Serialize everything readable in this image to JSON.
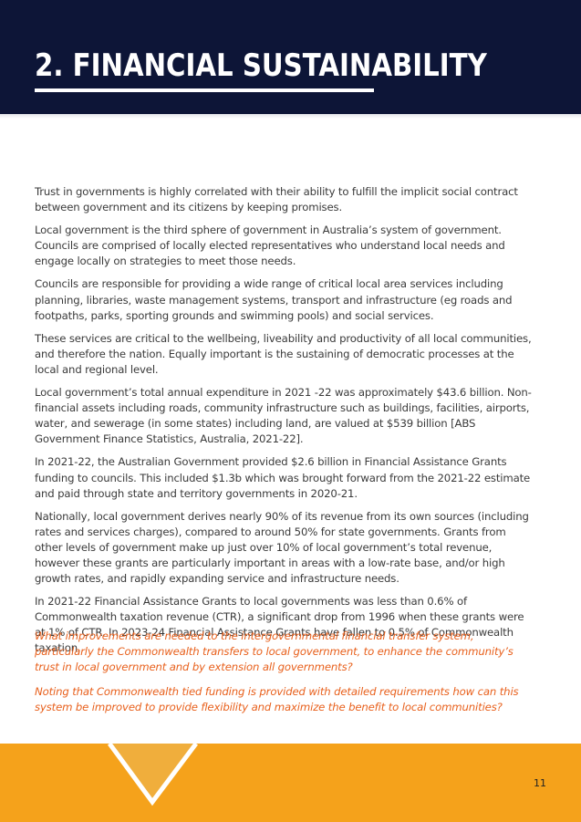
{
  "header": {
    "title": "2.  FINANCIAL SUSTAINABILITY"
  },
  "paragraphs": [
    "Trust in governments is highly correlated with their ability to fulfill the implicit social contract between government and its citizens by keeping promises.",
    "Local government is the third sphere of government in Australia’s system of government. Councils are comprised of locally elected representatives who understand local needs and engage locally on strategies to meet those needs.",
    "Councils are responsible for providing a wide range of critical local area services including planning, libraries, waste management systems, transport and infrastructure (eg roads and footpaths, parks, sporting grounds and swimming pools) and social services.",
    "These services are critical to the wellbeing, liveability and productivity of all local communities, and therefore the nation. Equally important is the sustaining of democratic processes at the local and regional level.",
    "Local government’s total annual expenditure in 2021 -22 was approximately $43.6 billion. Non-financial assets including roads, community infrastructure such as buildings, facilities, airports, water, and sewerage (in some states) including land, are valued at $539 billion [ABS Government Finance Statistics, Australia, 2021-22].",
    "In 2021-22, the Australian Government provided $2.6 billion in Financial Assistance Grants funding to councils. This included $1.3b which was brought forward from the 2021-22 estimate and paid through state and territory governments in 2020-21.",
    "Nationally, local government derives nearly 90% of its revenue from its own sources (including rates and services charges), compared to around 50% for state governments. Grants from other levels of government make up just over 10% of local government’s total revenue, however these grants are particularly important in areas with a low-rate base, and/or high growth rates, and rapidly expanding service and infrastructure needs.",
    "In 2021-22 Financial Assistance Grants to local governments was less than 0.6% of Commonwealth taxation revenue (CTR), a significant drop from 1996 when these grants were at 1% of CTR.  In 2023-24 Financial Assistance Grants have fallen to 0.5% of Commonwealth taxation."
  ],
  "questions": [
    "What improvements are needed to the intergovernmental financial transfer system, particularly the Commonwealth transfers to local government, to enhance the community’s trust in local government and by extension all governments?",
    "Noting that Commonwealth tied funding is provided with detailed requirements how can this system be improved to provide flexibility and maximize the benefit to local communities?"
  ],
  "footer": {
    "page_number": "11",
    "band_color": "#f5a21b",
    "notch_color": "#f0ae3c"
  },
  "colors": {
    "header_bg": "#0d1537",
    "question_text": "#e8601c"
  }
}
